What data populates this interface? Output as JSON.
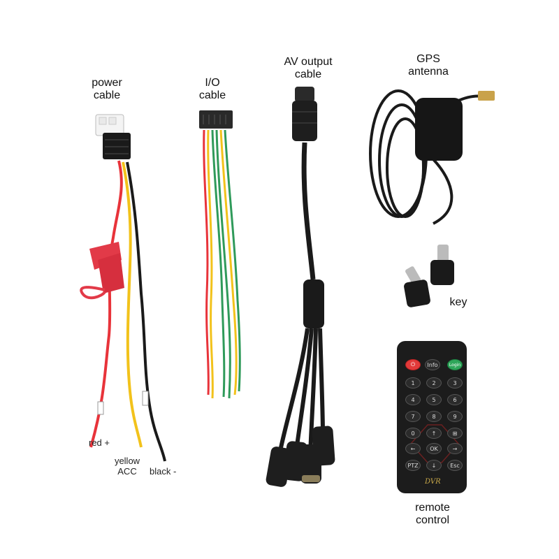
{
  "labels": {
    "power_cable": [
      "power",
      "cable"
    ],
    "io_cable": [
      "I/O",
      "cable"
    ],
    "av_output_cable": [
      "AV output",
      "cable"
    ],
    "gps_antenna": [
      "GPS",
      "antenna"
    ],
    "key": "key",
    "remote_control": [
      "remote",
      "control"
    ],
    "red_wire": "red +",
    "yellow_wire": [
      "yellow",
      "ACC"
    ],
    "black_wire": "black -"
  },
  "remote": {
    "brand": "DVR",
    "top_row": [
      "⏻",
      "Info",
      "Login"
    ],
    "rows": [
      [
        "1",
        "2",
        "3"
      ],
      [
        "4",
        "5",
        "6"
      ],
      [
        "7",
        "8",
        "9"
      ],
      [
        "0",
        "↑",
        "⊞"
      ],
      [
        "←",
        "OK",
        "→"
      ],
      [
        "PTZ",
        "↓",
        "Esc"
      ]
    ]
  },
  "colors": {
    "wire_red": "#e8333a",
    "wire_yellow": "#f2c21b",
    "wire_black": "#1a1a1a",
    "wire_green": "#2f9a5a",
    "fuse_holder": "#e23a48",
    "remote_body": "#1c1c1c",
    "power_button": "#e23a3a",
    "login_button": "#2ea65a"
  }
}
